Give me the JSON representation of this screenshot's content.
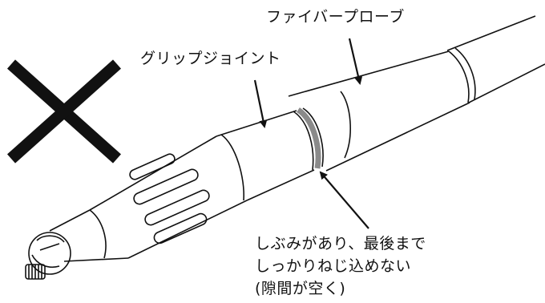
{
  "labels": {
    "fiber_probe": "ファイバープローブ",
    "grip_joint": "グリップジョイント"
  },
  "note": {
    "line1": "しぶみがあり、最後まで",
    "line2": "しっかりねじ込めない",
    "line3": "(隙間が空く)"
  },
  "colors": {
    "line": "#111111",
    "gap_ring": "#8a8a8a",
    "background": "#ffffff"
  },
  "icons": {
    "mark": "x-mark-icon"
  }
}
